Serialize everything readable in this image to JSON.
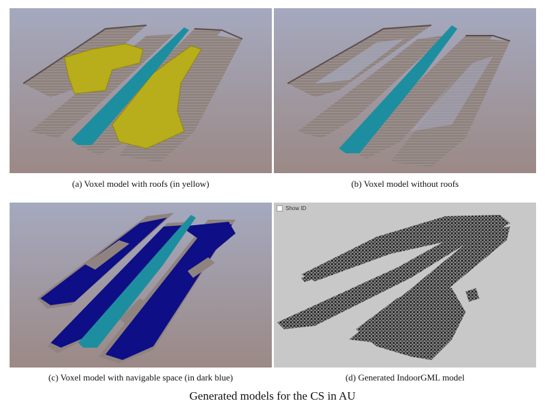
{
  "panels": [
    {
      "caption": "(a) Voxel model with roofs (in yellow)"
    },
    {
      "caption": "(b) Voxel model without roofs"
    },
    {
      "caption": "(c) Voxel model with navigable space (in dark blue)"
    },
    {
      "caption": "(d) Generated IndoorGML model"
    }
  ],
  "indoorgml_ui": {
    "show_id_label": "Show ID"
  },
  "figure_title": "Generated models for the CS in AU",
  "colors": {
    "viewport_top": "#a3a7bd",
    "viewport_bottom": "#9a8a86",
    "voxel_gray": "#8f8380",
    "voxel_dark": "#5a4e4c",
    "roof_yellow": "#b8ad1a",
    "navigable_dark_blue": "#0e0e86",
    "corridor_teal": "#1d8ea0",
    "indoorgml_bg": "#c8c8c8",
    "indoorgml_mesh": "#111111"
  }
}
